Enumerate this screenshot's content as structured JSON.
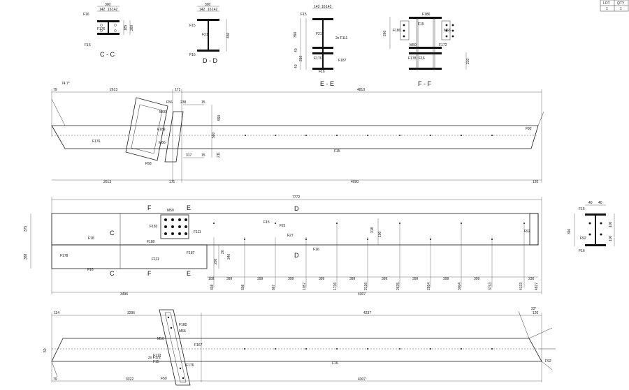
{
  "title_block": {
    "lot_header": "LOT",
    "qty_header": "QTY",
    "lot_value": "1",
    "qty_value": "1"
  },
  "sections": {
    "cc": {
      "label": "C - C",
      "top_dim": "300",
      "sub_dims": [
        "142",
        "16",
        "142"
      ],
      "side_dims": [
        "185",
        "260"
      ],
      "callouts": [
        "F16",
        "F176",
        "F16"
      ]
    },
    "dd": {
      "label": "D - D",
      "top_dim": "300",
      "sub_dims": [
        "142",
        "16",
        "142"
      ],
      "side_dims": [
        "450"
      ],
      "callouts": [
        "F15",
        "F21",
        "F16"
      ]
    },
    "ee": {
      "label": "E - E",
      "top_dims": [
        "143",
        "16",
        "143"
      ],
      "side_dims": [
        "390",
        "40",
        "210",
        "40"
      ],
      "callouts": [
        "F15",
        "F21",
        "2x F111",
        "F176",
        "F187",
        "F16"
      ]
    },
    "ff": {
      "label": "F - F",
      "side_dims": [
        "260",
        "210"
      ],
      "callouts": [
        "F186",
        "F15",
        "F180",
        "M66",
        "M50",
        "F172",
        "F178",
        "F16"
      ]
    },
    "end": {
      "top_dims": [
        "40",
        "40"
      ],
      "side_dims": [
        "390",
        "100",
        "100"
      ],
      "callouts": [
        "F15",
        "F92",
        "F16"
      ]
    }
  },
  "elev1": {
    "top_dims": [
      "2613",
      "171",
      "4810"
    ],
    "bottom_dims": [
      "2613",
      "171",
      "4090",
      "120"
    ],
    "angle": "74.7°",
    "left_dim": "79",
    "sub_dims": [
      "238",
      "15",
      "560",
      "317",
      "15",
      "211",
      "590"
    ],
    "callouts": [
      "F176",
      "F56",
      "M66",
      "F189",
      "M66",
      "F58",
      "F15",
      "F92"
    ]
  },
  "plan": {
    "overall_dim": "7772",
    "left_dims": [
      "375",
      "388"
    ],
    "markers": {
      "F": "F",
      "E": "E",
      "C": "C",
      "D": "D"
    },
    "callouts": [
      "M50",
      "F183",
      "F111",
      "F15",
      "F180",
      "F18",
      "F178",
      "F16",
      "F111",
      "F187",
      "F27",
      "F92",
      "F16",
      "F21"
    ],
    "station_dims": [
      "108",
      "399",
      "399",
      "399",
      "399",
      "399",
      "399",
      "399",
      "399",
      "399",
      "230"
    ],
    "running_dims": [
      "338",
      "508",
      "867",
      "1057",
      "1736",
      "2136",
      "2635",
      "2954",
      "3004",
      "3753",
      "4133",
      "4827"
    ],
    "vert_dims": [
      "200",
      "100",
      "340",
      "318",
      "20"
    ],
    "bottom_dims": [
      "3496",
      "4307"
    ]
  },
  "elev2": {
    "top_dims": [
      "114",
      "3296",
      "4237",
      "120"
    ],
    "angle": "22°",
    "callouts": [
      "F180",
      "M66",
      "M50",
      "F172",
      "F15",
      "F167",
      "F176",
      "F50",
      "F16",
      "F92"
    ],
    "bottom_dims": [
      "79",
      "3322",
      "4307"
    ],
    "left_dim": "50",
    "notes": [
      "2x F172"
    ]
  }
}
